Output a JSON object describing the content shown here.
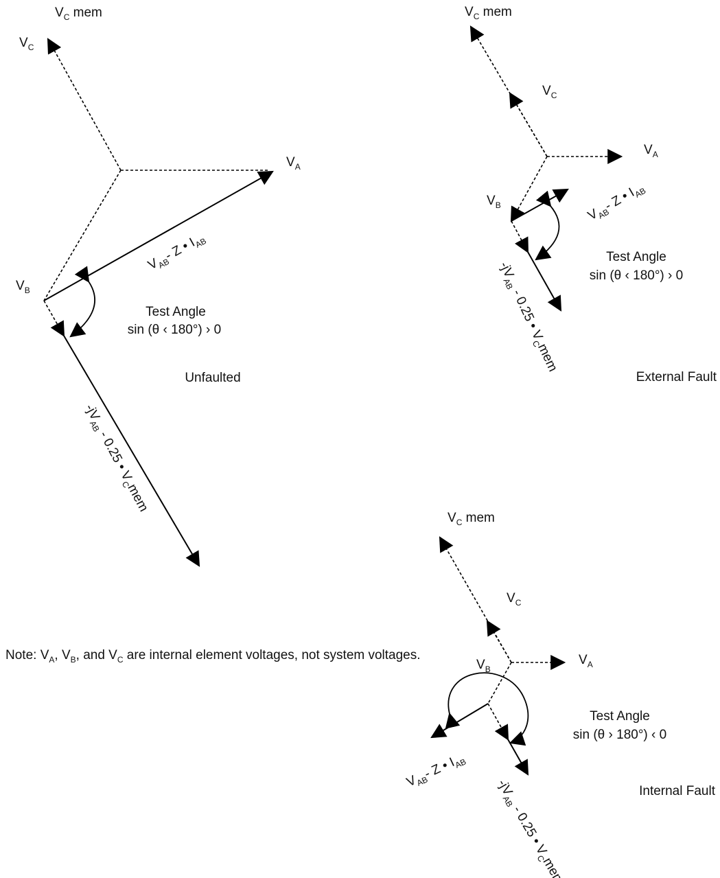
{
  "panels": {
    "unfaulted": {
      "caption": "Unfaulted",
      "test_angle_title": "Test Angle",
      "test_angle_condition": "sin (θ ‹ 180°) › 0"
    },
    "external": {
      "caption": "External Fault",
      "test_angle_title": "Test Angle",
      "test_angle_condition": "sin (θ ‹ 180°) › 0"
    },
    "internal": {
      "caption": "Internal Fault",
      "test_angle_title": "Test Angle",
      "test_angle_condition": "sin (θ › 180°) ‹ 0"
    }
  },
  "labels": {
    "v": "V",
    "a": "A",
    "b": "B",
    "c": "C",
    "ab": "AB",
    "mem": " mem",
    "z_dot_i": "- Z • I",
    "neg_j": "-jV",
    "scaled_mem": " - 0.25 • V",
    "mem_tail": "mem"
  },
  "note": {
    "prefix": "Note:  V",
    "sep1": ", V",
    "sep2": ", and V",
    "suffix": " are internal element voltages, not system voltages."
  },
  "colors": {
    "stroke": "#000000",
    "text": "#111111"
  }
}
